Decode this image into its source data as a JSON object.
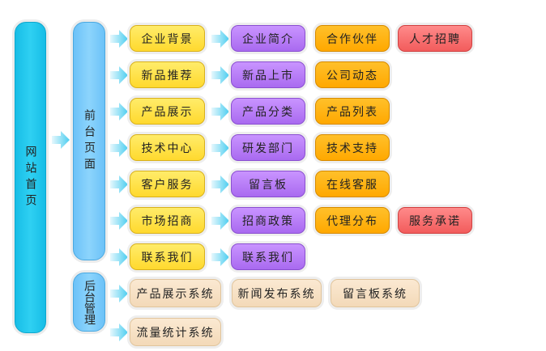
{
  "root": {
    "label": "网站首页"
  },
  "front": {
    "label": "前台页面"
  },
  "back": {
    "label": "后台管理"
  },
  "front_rows": [
    {
      "section": "企业背景",
      "items": [
        {
          "label": "企业简介",
          "color": "purple"
        },
        {
          "label": "合作伙伴",
          "color": "orange"
        },
        {
          "label": "人才招聘",
          "color": "red"
        }
      ]
    },
    {
      "section": "新品推荐",
      "items": [
        {
          "label": "新品上市",
          "color": "purple"
        },
        {
          "label": "公司动态",
          "color": "orange"
        }
      ]
    },
    {
      "section": "产品展示",
      "items": [
        {
          "label": "产品分类",
          "color": "purple"
        },
        {
          "label": "产品列表",
          "color": "orange"
        }
      ]
    },
    {
      "section": "技术中心",
      "items": [
        {
          "label": "研发部门",
          "color": "purple"
        },
        {
          "label": "技术支持",
          "color": "orange"
        }
      ]
    },
    {
      "section": "客户服务",
      "items": [
        {
          "label": "留言板",
          "color": "purple"
        },
        {
          "label": "在线客服",
          "color": "orange"
        }
      ]
    },
    {
      "section": "市场招商",
      "items": [
        {
          "label": "招商政策",
          "color": "purple"
        },
        {
          "label": "代理分布",
          "color": "orange"
        },
        {
          "label": "服务承诺",
          "color": "red"
        }
      ]
    },
    {
      "section": "联系我们",
      "items": [
        {
          "label": "联系我们",
          "color": "purple"
        }
      ]
    }
  ],
  "back_rows": [
    [
      "产品展示系统",
      "新闻发布系统",
      "留言板系统"
    ],
    [
      "流量统计系统"
    ]
  ],
  "colors": {
    "root": "#1ec8ee",
    "front": "#7ccafa",
    "arrow": "#6fd6f4"
  }
}
